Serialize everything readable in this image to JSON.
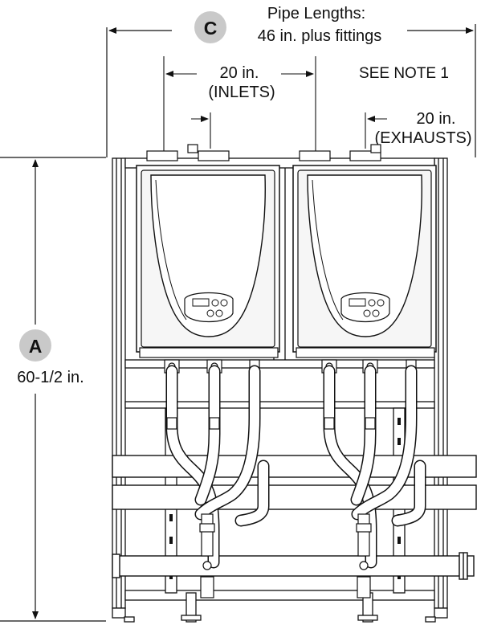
{
  "callouts": {
    "c": {
      "letter": "C",
      "title": "Pipe Lengths:",
      "value": "46 in. plus fittings"
    },
    "a": {
      "letter": "A",
      "value": "60-1/2 in."
    },
    "inlets": {
      "value": "20 in.",
      "label": "(INLETS)"
    },
    "exhausts": {
      "value": "20 in.",
      "label": "(EXHAUSTS)"
    },
    "note": "SEE NOTE 1"
  },
  "colors": {
    "line": "#111111",
    "badge": "#c9c9c9",
    "heater_front": "#f6f6f6"
  }
}
